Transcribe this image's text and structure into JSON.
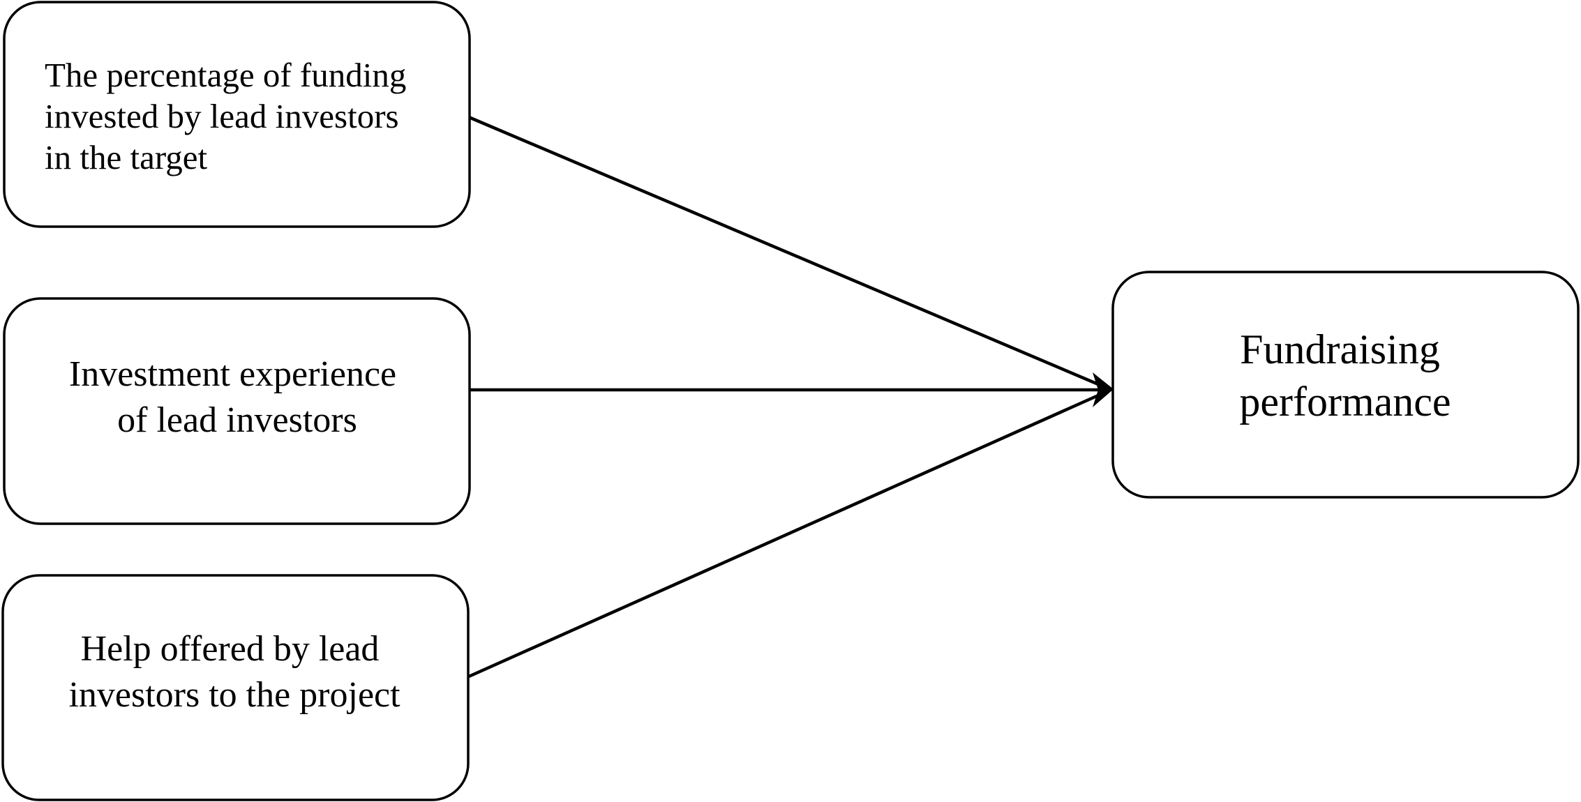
{
  "diagram": {
    "factors": [
      {
        "lines": [
          "The percentage of funding",
          "invested by lead investors",
          "in the target"
        ]
      },
      {
        "lines": [
          "Investment experience",
          "of lead investors"
        ]
      },
      {
        "lines": [
          "Help offered by lead",
          "investors to the project"
        ]
      }
    ],
    "outcome": {
      "lines": [
        "Fundraising",
        "performance"
      ]
    }
  }
}
